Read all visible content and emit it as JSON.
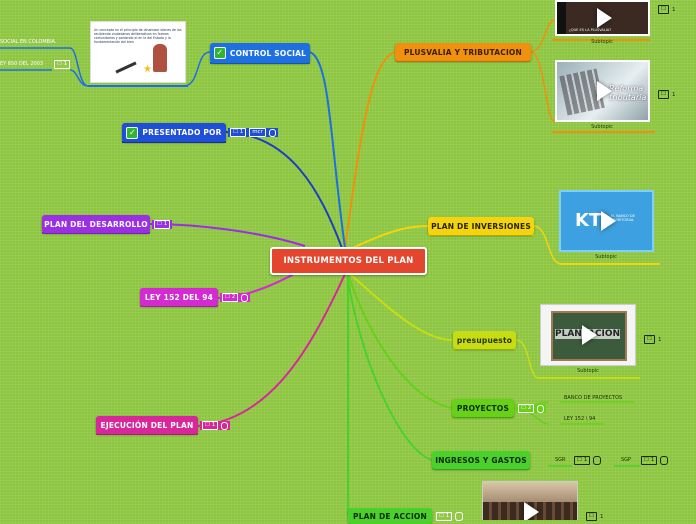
{
  "central": {
    "label": "INSTRUMENTOS DEL PLAN"
  },
  "right_nodes": {
    "plusvalia": "PLUSVALIA  Y  TRIBUTACION",
    "inversiones": "PLAN DE INVERSIONES",
    "presupuesto": "presupuesto",
    "proyectos": "PROYECTOS",
    "ingresos": "INGRESOS Y GASTOS",
    "accion": "PLAN DE ACCION"
  },
  "left_nodes": {
    "control": "CONTROL SOCIAL",
    "presentado": "PRESENTADO POR",
    "desarrollo": "PLAN DEL DESARROLLO",
    "ley152": "LEY 152 DEL 94",
    "ejecucion": "EJECUCIÓN DEL PLAN"
  },
  "control_children": {
    "item1": "SOCIAL EN COLOMBIA.",
    "item2": "EY 850 DEL 2003",
    "item2_count": "1"
  },
  "badges": {
    "presentado_count": "1",
    "presentado_extra": "mcr",
    "desarrollo_count": "1",
    "ley152_count": "2",
    "ejecucion_count": "1",
    "proyectos_count": "2",
    "accion_count": "1"
  },
  "subtopics": {
    "video1": "Subtopic",
    "video2": "Subtopic",
    "video3": "Subtopic",
    "video4": "Subtopic"
  },
  "thumb_counts": {
    "v1": "1",
    "v2": "1",
    "v4": "1",
    "v5": "1"
  },
  "thumb_texts": {
    "v1_top": "¿QUE ES LA PLUSVALIA?",
    "v2_text": "Reforma\ntributaria",
    "v3_text": "KT",
    "v3_sub": "EL BANCO DE TERRITORIAL",
    "v4_text": "PLANEACION",
    "control_img_text": "Un concepto en el principio de dinamizar bienes de los recibiendo ciudadanos deliberativos en formas comunitarias y poniendo el en la del Estado y la fundamentación del bien"
  },
  "proyectos_children": {
    "c1": "BANCO DE PROYECTOS",
    "c2": "LEY 152 \\ 94"
  },
  "ingresos_children": {
    "sgr": "SGR",
    "sgr_count": "1",
    "sgp": "SGP",
    "sgp_count": "1"
  },
  "colors": {
    "background": "#8cc63f",
    "central": "#e4452d",
    "orange": "#f0900f",
    "yellow": "#f3d40d",
    "lime": "#c7dd13",
    "green": "#67d11a",
    "blue": "#1e6fe0",
    "purple": "#9a2fe3",
    "magenta": "#d42bd0",
    "pink": "#d8279a"
  }
}
